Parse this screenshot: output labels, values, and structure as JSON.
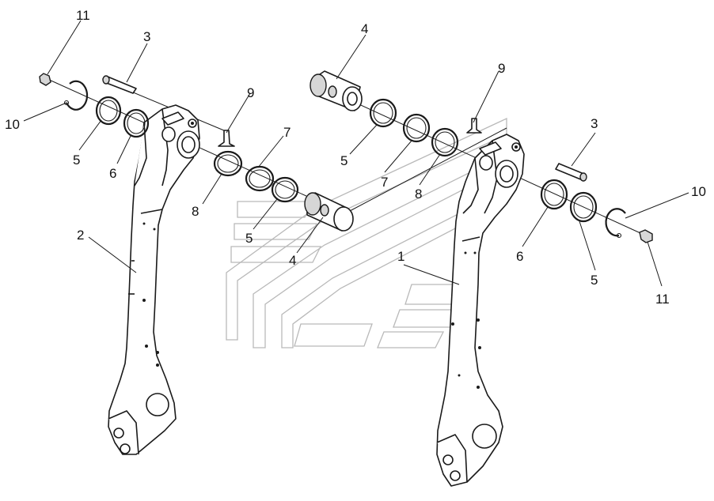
{
  "callouts": {
    "c11_left": "11",
    "c3_left": "3",
    "c10_left": "10",
    "c5_left": "5",
    "c6_left": "6",
    "c9_left": "9",
    "c7_center": "7",
    "c8_left": "8",
    "c5_center": "5",
    "c4_center": "4",
    "c2": "2",
    "c4_top": "4",
    "c9_right": "9",
    "c5_upper_right": "5",
    "c7_right": "7",
    "c8_right": "8",
    "c3_right": "3",
    "c1": "1",
    "c10_right": "10",
    "c6_right": "6",
    "c5_right": "5",
    "c11_right": "11"
  }
}
